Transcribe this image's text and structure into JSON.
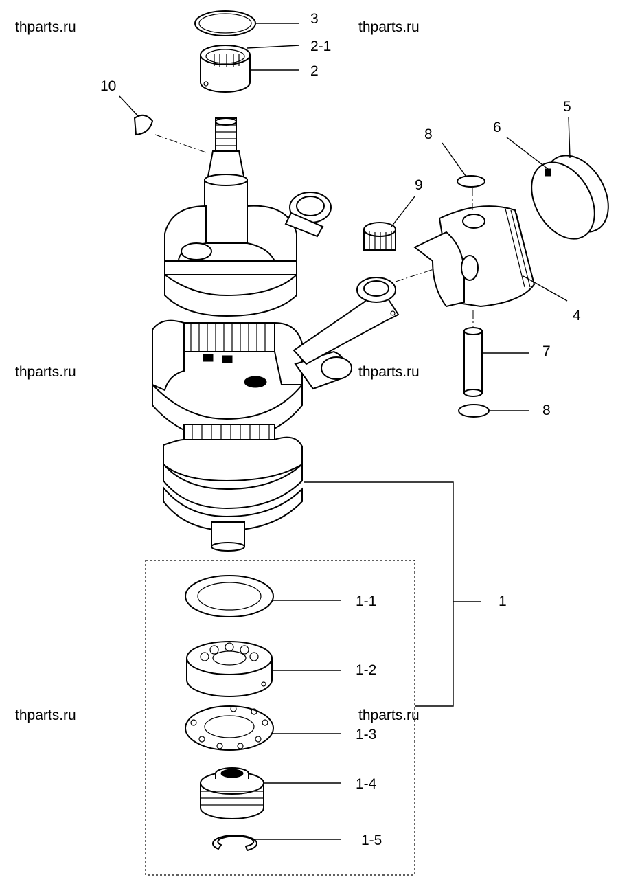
{
  "watermarks": [
    "thparts.ru",
    "thparts.ru",
    "thparts.ru",
    "thparts.ru",
    "thparts.ru",
    "thparts.ru"
  ],
  "callouts": {
    "c3": "3",
    "c2_1": "2-1",
    "c2": "2",
    "c10": "10",
    "c5": "5",
    "c6": "6",
    "c8_top": "8",
    "c9": "9",
    "c4": "4",
    "c7": "7",
    "c8_bottom": "8",
    "c1": "1",
    "c1_1": "1-1",
    "c1_2": "1-2",
    "c1_3": "1-3",
    "c1_4": "1-4",
    "c1_5": "1-5"
  }
}
